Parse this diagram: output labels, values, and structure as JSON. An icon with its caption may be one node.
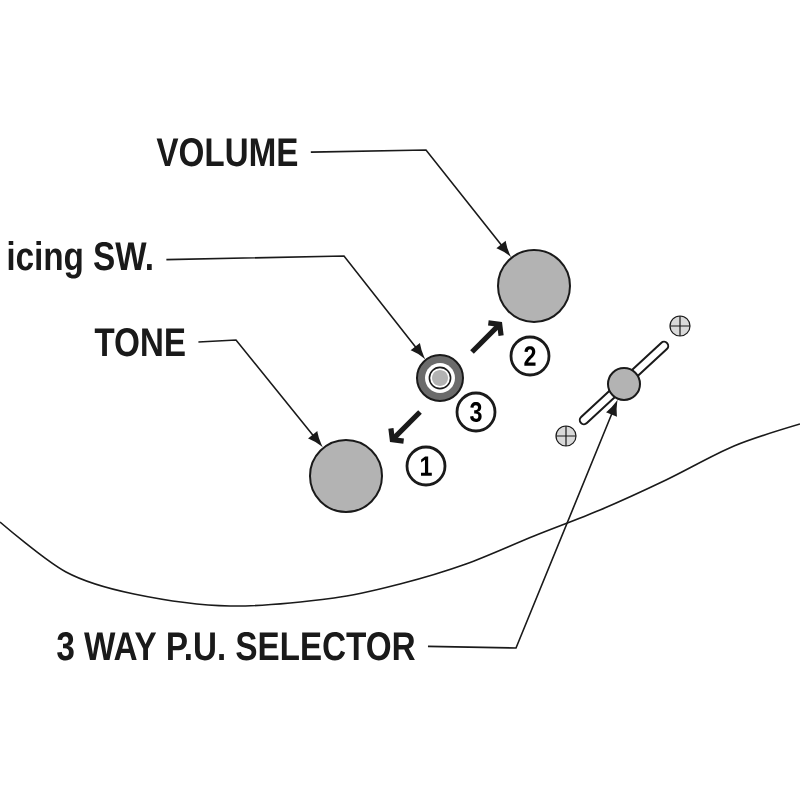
{
  "diagram": {
    "nodes": [
      {
        "text": [
          "VOLUME"
        ]
      },
      {
        "text": [
          "icing SW."
        ]
      },
      {
        "text": [],
        "shape": "circle"
      },
      {
        "text": [
          "TONE"
        ]
      },
      {
        "text": [
          "2"
        ]
      },
      {
        "text": [],
        "shape": "circle"
      },
      {
        "text": [],
        "shape": "circle"
      },
      {
        "text": [
          "3"
        ]
      },
      {
        "text": [
          "1"
        ]
      },
      {
        "text": [],
        "shape": "circle"
      },
      {
        "text": [
          "3 WAY P.U. SELECTOR"
        ]
      }
    ],
    "edges": [
      {
        "from": 0,
        "to": 2,
        "arrow": "to"
      },
      {
        "from": 1,
        "to": 5,
        "arrow": "to"
      },
      {
        "from": 3,
        "to": 9,
        "arrow": "to"
      },
      {
        "from": 10,
        "to": 6,
        "arrow": "to"
      }
    ]
  }
}
